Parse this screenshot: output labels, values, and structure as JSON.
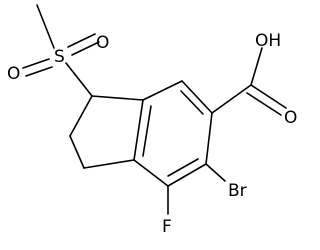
{
  "structure": {
    "atoms": {
      "oh": "OH",
      "o_carbonyl": "O",
      "br": "Br",
      "f": "F",
      "s": "S",
      "o_sulfonyl_top": "O",
      "o_sulfonyl_left": "O"
    }
  }
}
